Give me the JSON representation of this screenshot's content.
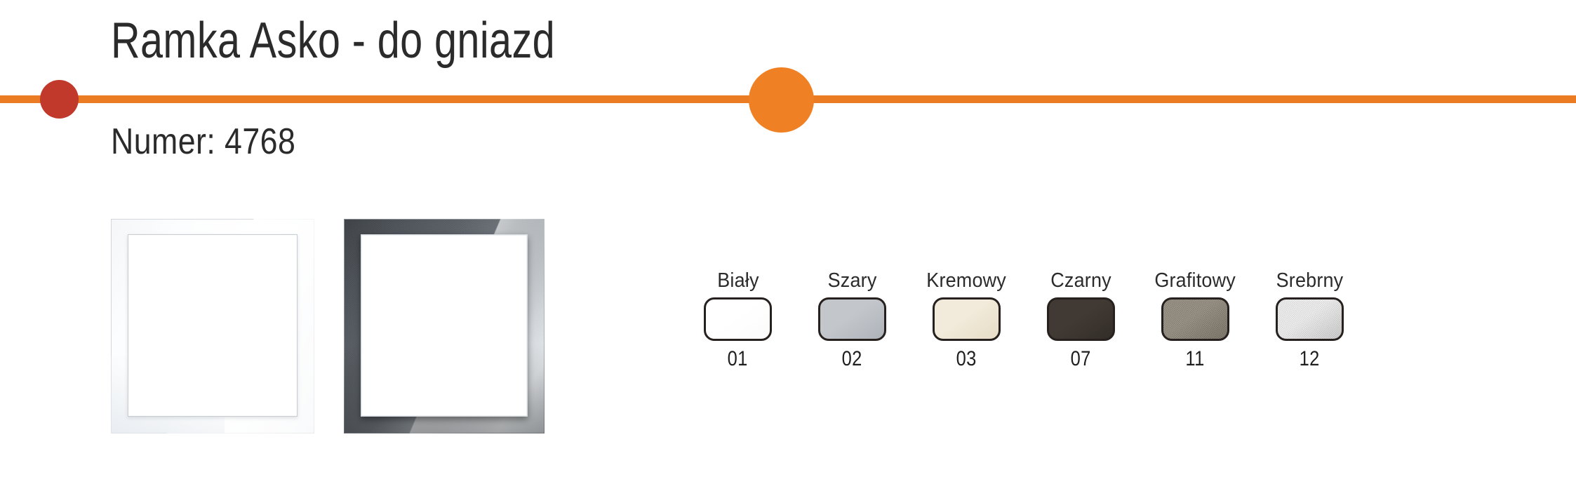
{
  "header": {
    "title": "Ramka Asko - do gniazd",
    "subtitle": "Numer: 4768",
    "accent_line_color": "#ec7c23",
    "dot_red_color": "#c0392b",
    "dot_orange_color": "#ef8023"
  },
  "product_images": [
    {
      "name": "frame-white-glass",
      "alt": "Ramka Asko w kolorze białym"
    },
    {
      "name": "frame-graphite-glass",
      "alt": "Ramka Asko w kolorze grafitowym"
    }
  ],
  "colors": [
    {
      "label": "Biały",
      "code": "01",
      "hex": "#ffffff",
      "hex2": "#fbfbfb",
      "texture": false
    },
    {
      "label": "Szary",
      "code": "02",
      "hex": "#c3c7cc",
      "hex2": "#aeb3b9",
      "texture": false
    },
    {
      "label": "Kremowy",
      "code": "03",
      "hex": "#f2ebdb",
      "hex2": "#e6dcc6",
      "texture": false
    },
    {
      "label": "Czarny",
      "code": "07",
      "hex": "#413a34",
      "hex2": "#332d28",
      "texture": false
    },
    {
      "label": "Grafitowy",
      "code": "11",
      "hex": "#928b7c",
      "hex2": "#746d60",
      "texture": true
    },
    {
      "label": "Srebrny",
      "code": "12",
      "hex": "#f4f4f4",
      "hex2": "#cfcfcf",
      "texture": true
    }
  ]
}
